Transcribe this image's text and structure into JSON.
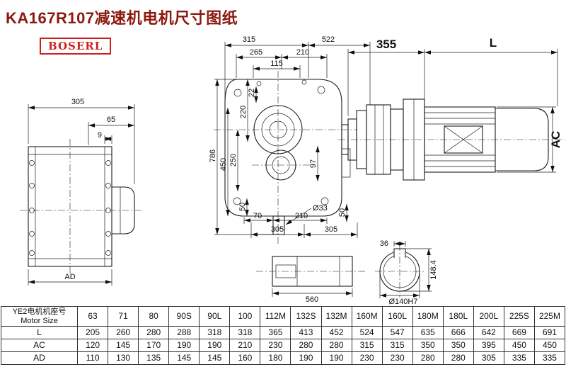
{
  "page": {
    "title": "KA167R107减速机电机尺寸图纸",
    "brand": "BOSERL"
  },
  "dims": {
    "left_view": {
      "w305": "305",
      "w65": "65",
      "w9": "9",
      "ad": "AD"
    },
    "front_view": {
      "t315": "315",
      "t522": "522",
      "t265": "265",
      "t210": "210",
      "t115": "115",
      "v786": "786",
      "v450": "450",
      "v250": "250",
      "v220": "220",
      "v22": "22",
      "v97": "97",
      "v50_left": "50",
      "v50_right": "50",
      "b70": "70",
      "b210": "210",
      "dia33": "Ø33",
      "f305_left": "305",
      "f305_right": "305"
    },
    "motor_view": {
      "d355": "355",
      "len": "L",
      "ac": "AC"
    },
    "shaft_view": {
      "d560": "560"
    },
    "section_view": {
      "d36": "36",
      "d148": "148.4",
      "dia140": "Ø140H7"
    }
  },
  "table": {
    "motor_label_cn": "YE2电机机座号",
    "motor_label_en": "Motor Size",
    "columns": [
      "63",
      "71",
      "80",
      "90S",
      "90L",
      "100",
      "112M",
      "132S",
      "132M",
      "160M",
      "160L",
      "180M",
      "180L",
      "200L",
      "225S",
      "225M"
    ],
    "rows": [
      {
        "label": "L",
        "values": [
          "205",
          "260",
          "280",
          "288",
          "318",
          "318",
          "365",
          "413",
          "452",
          "524",
          "547",
          "635",
          "666",
          "642",
          "669",
          "691"
        ]
      },
      {
        "label": "AC",
        "values": [
          "120",
          "145",
          "170",
          "190",
          "190",
          "210",
          "230",
          "280",
          "280",
          "315",
          "315",
          "350",
          "350",
          "395",
          "450",
          "450"
        ]
      },
      {
        "label": "AD",
        "values": [
          "110",
          "130",
          "135",
          "145",
          "145",
          "160",
          "180",
          "190",
          "190",
          "230",
          "230",
          "280",
          "280",
          "305",
          "335",
          "335"
        ]
      }
    ]
  }
}
